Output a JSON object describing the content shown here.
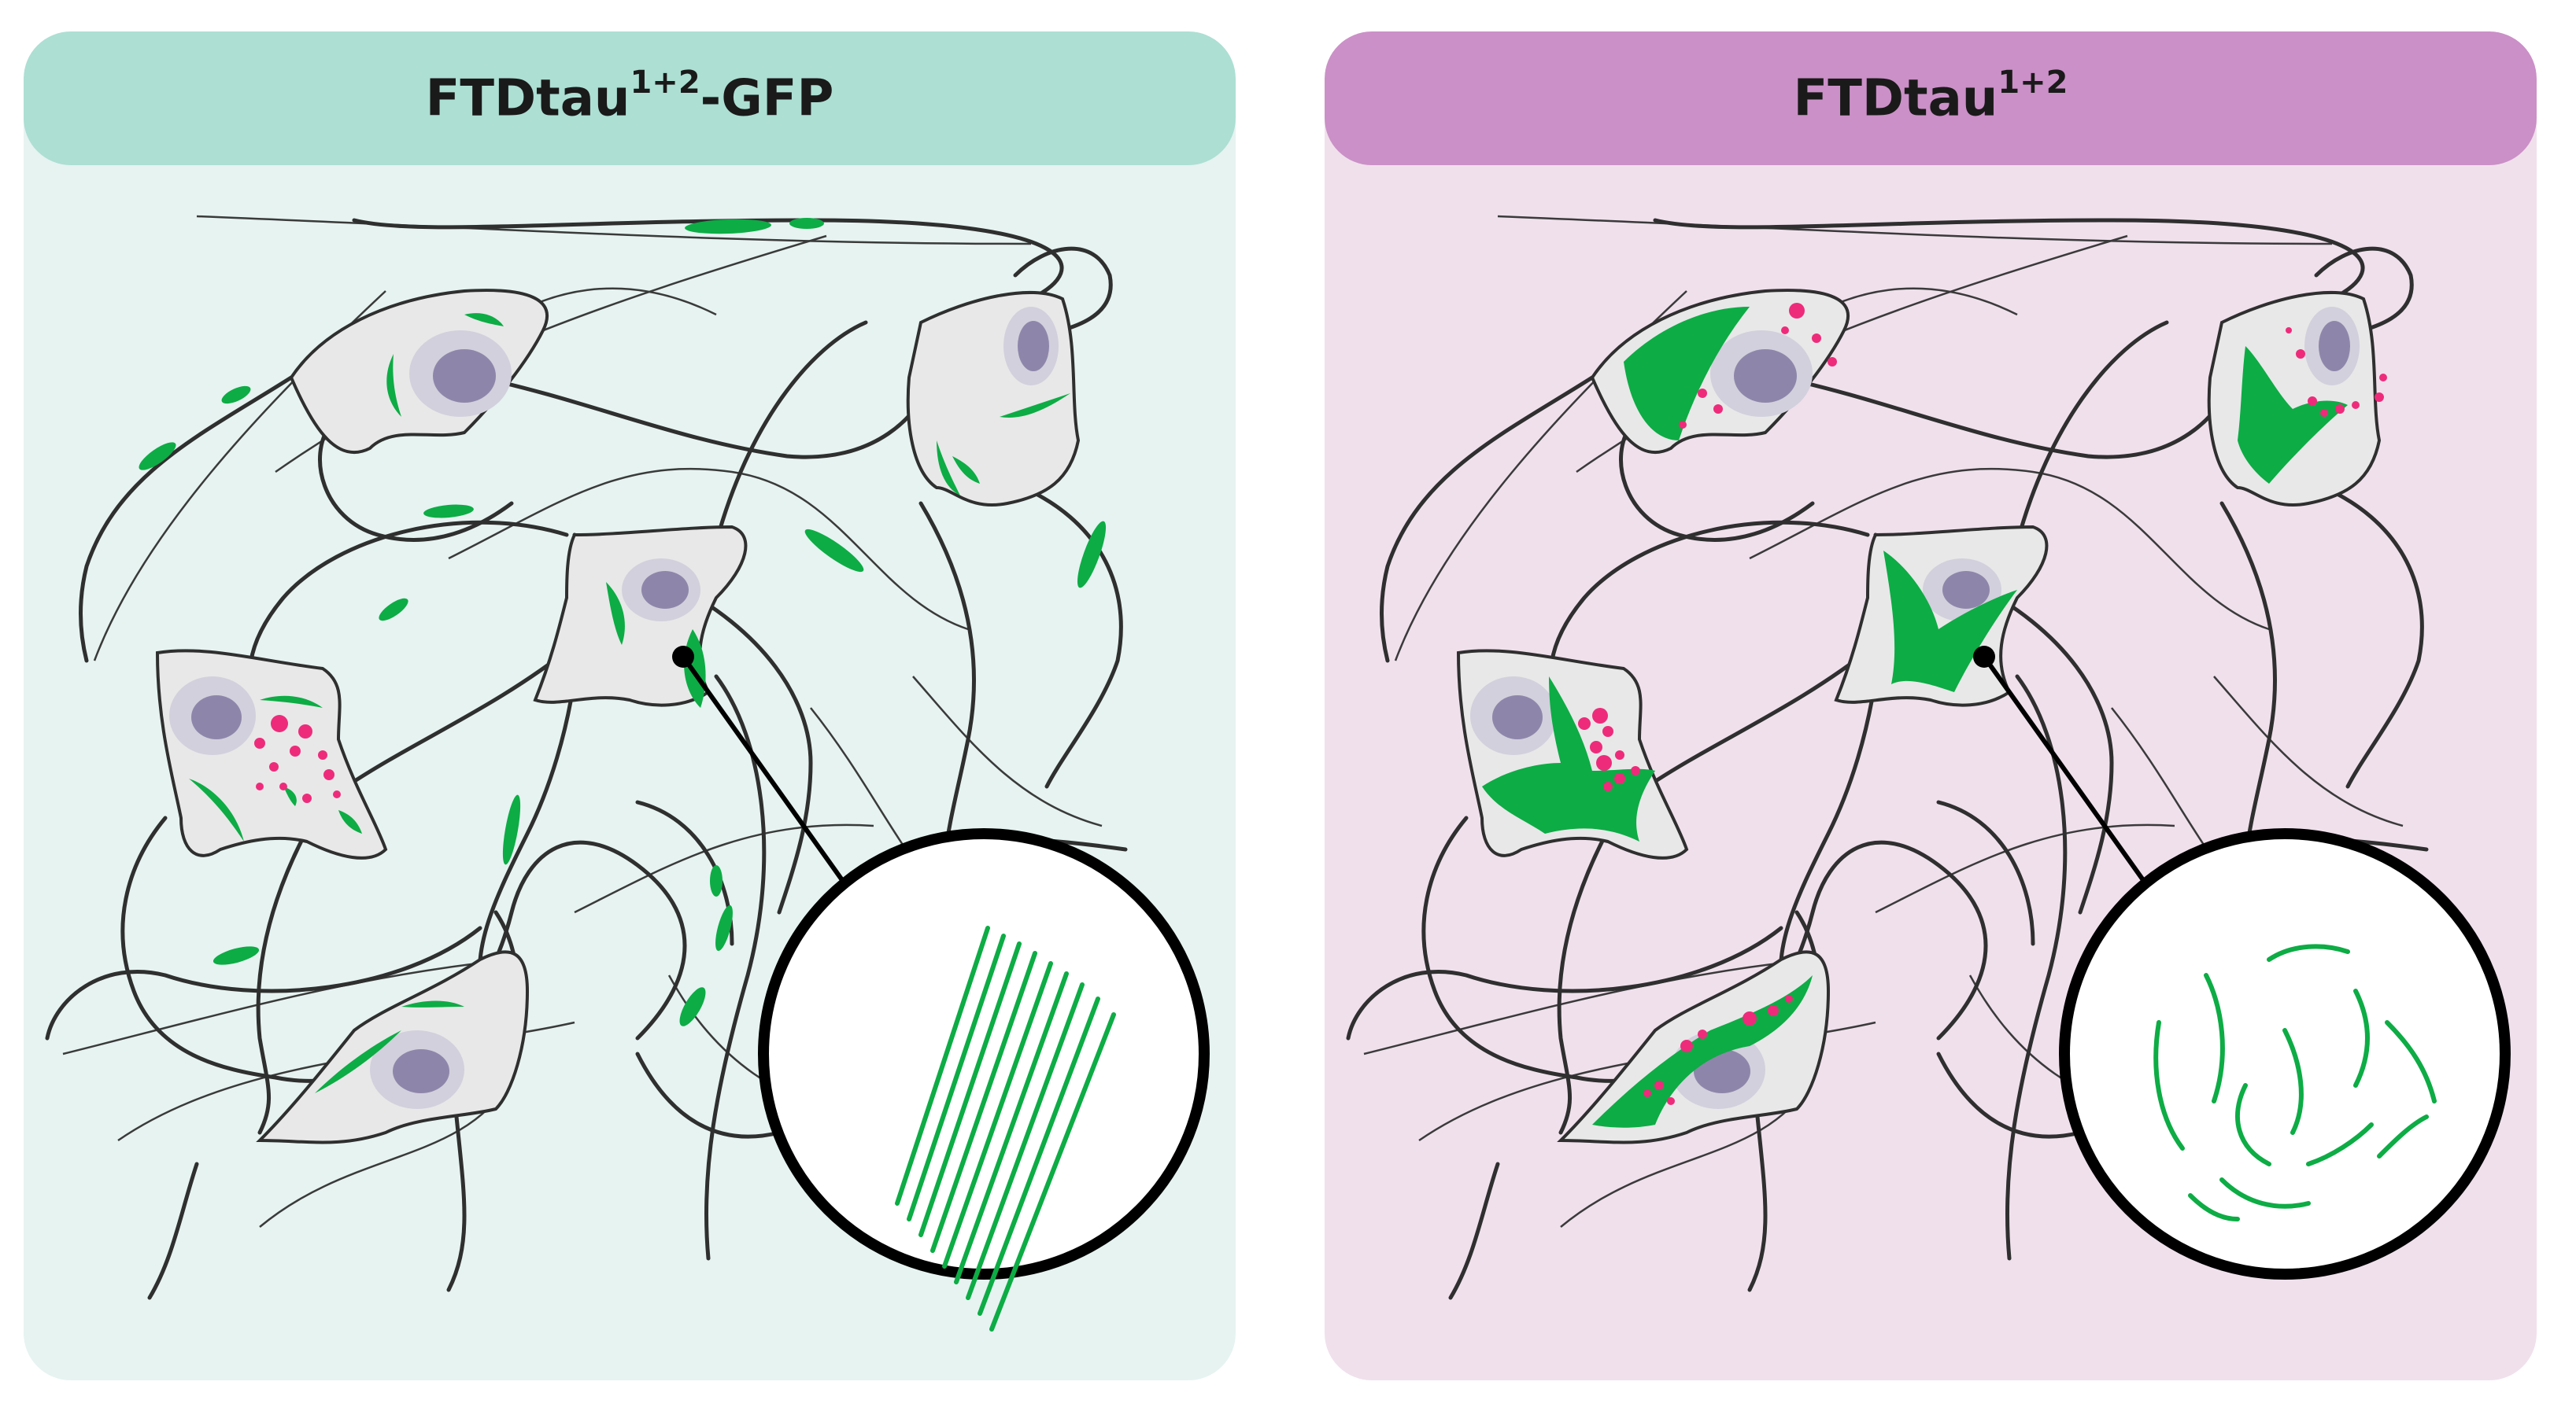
{
  "colors": {
    "left_bg": "#e6f3f1",
    "left_header": "#addfd3",
    "right_bg": "#f0e0ec",
    "right_header": "#cb90c7",
    "cell_body": "#e8e8e8",
    "nucleus": "#8e86aa",
    "tau_green": "#0dac45",
    "droplet_pink": "#ee2b7b",
    "neurite": "#2f2f2f"
  },
  "panels": [
    {
      "name": "left",
      "title_base": "FTDtau",
      "title_sup": "1+2",
      "title_suffix": "-GFP",
      "zoom_content": "parallel-filaments"
    },
    {
      "name": "right",
      "title_base": "FTDtau",
      "title_sup": "1+2",
      "title_suffix": "",
      "zoom_content": "curved-short-fibrils"
    }
  ]
}
